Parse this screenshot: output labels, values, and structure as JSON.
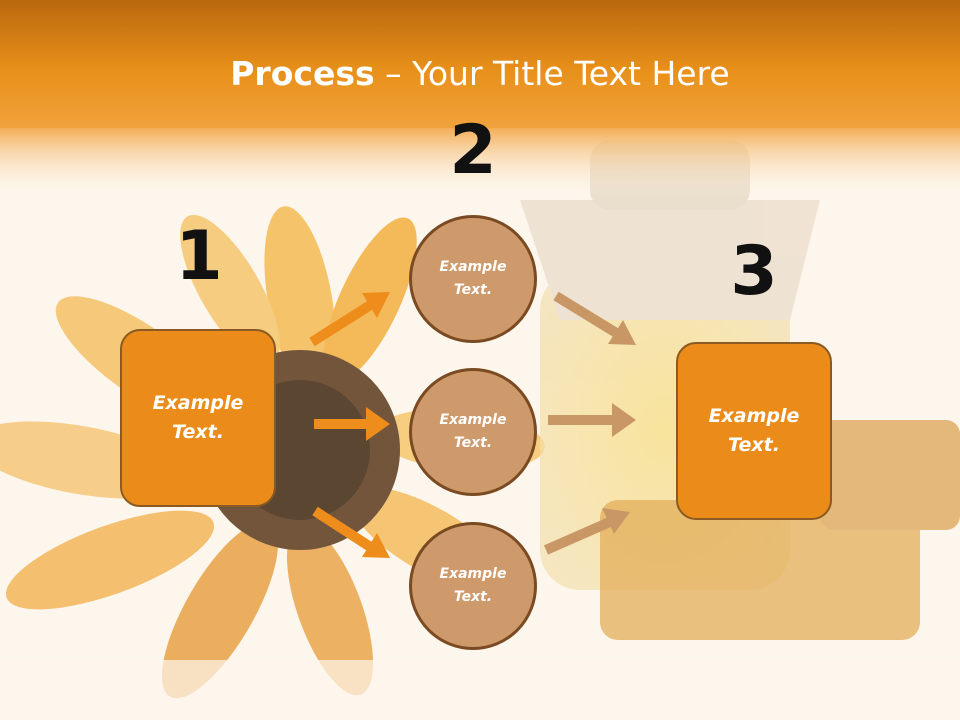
{
  "slide": {
    "title_bold": "Process",
    "title_rest": " – Your Title Text Here",
    "numbers": [
      "1",
      "2",
      "3"
    ],
    "box1": {
      "line1": "Example",
      "line2": "Text."
    },
    "box3": {
      "line1": "Example",
      "line2": "Text."
    },
    "circles": [
      {
        "line1": "Example",
        "line2": "Text."
      },
      {
        "line1": "Example",
        "line2": "Text."
      },
      {
        "line1": "Example",
        "line2": "Text."
      }
    ]
  },
  "colors": {
    "header": "#e8901a",
    "box_fill": "#eb8c1a",
    "circle_fill": "#cf9a6b",
    "arrow_orange": "#ee8c1c",
    "arrow_tan": "#c99765"
  }
}
